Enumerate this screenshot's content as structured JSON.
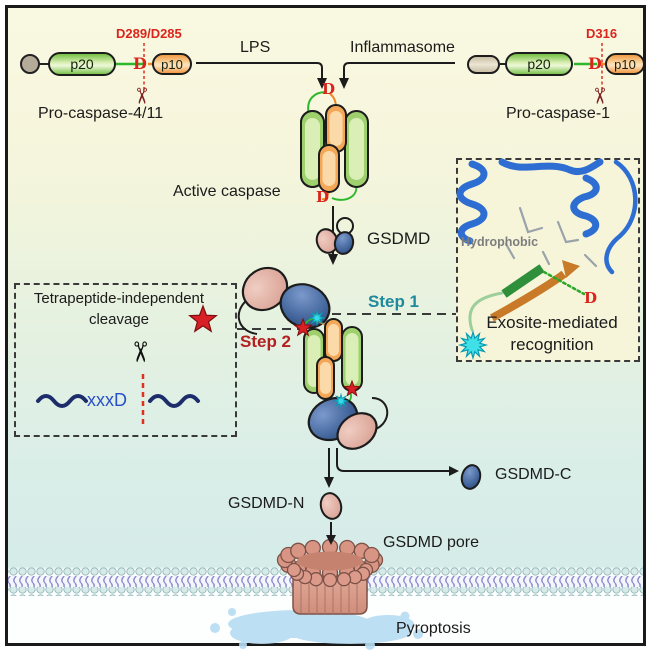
{
  "top_left": {
    "cleavage_site": "D289/D285",
    "p20": "p20",
    "p10": "p10",
    "d": "D",
    "label": "Pro-caspase-4/11"
  },
  "top_right": {
    "cleavage_site": "D316",
    "p20": "p20",
    "p10": "p10",
    "d": "D",
    "label": "Pro-caspase-1"
  },
  "stimuli": {
    "lps": "LPS",
    "inflammasome": "Inflammasome"
  },
  "active_caspase": {
    "label": "Active caspase",
    "d_top": "D",
    "d_bottom": "D"
  },
  "gsdmd": {
    "label": "GSDMD"
  },
  "steps": {
    "step1": "Step 1",
    "step2": "Step 2"
  },
  "left_box": {
    "title_line1": "Tetrapeptide-independent",
    "title_line2": "cleavage",
    "sequence": "xxxD"
  },
  "right_box": {
    "hydrophobic": "Hydrophobic",
    "caption_line1": "Exosite-mediated",
    "caption_line2": "recognition",
    "d": "D"
  },
  "products": {
    "gsdmd_n": "GSDMD-N",
    "gsdmd_c": "GSDMD-C",
    "pore_label": "GSDMD pore",
    "outcome": "Pyroptosis"
  },
  "icons": {
    "scissors": "✂"
  },
  "colors": {
    "step1_teal": "#1f8a9e",
    "step2_red": "#b22020",
    "site_red": "#da251c",
    "xxxd_blue": "#2a4fc8"
  }
}
